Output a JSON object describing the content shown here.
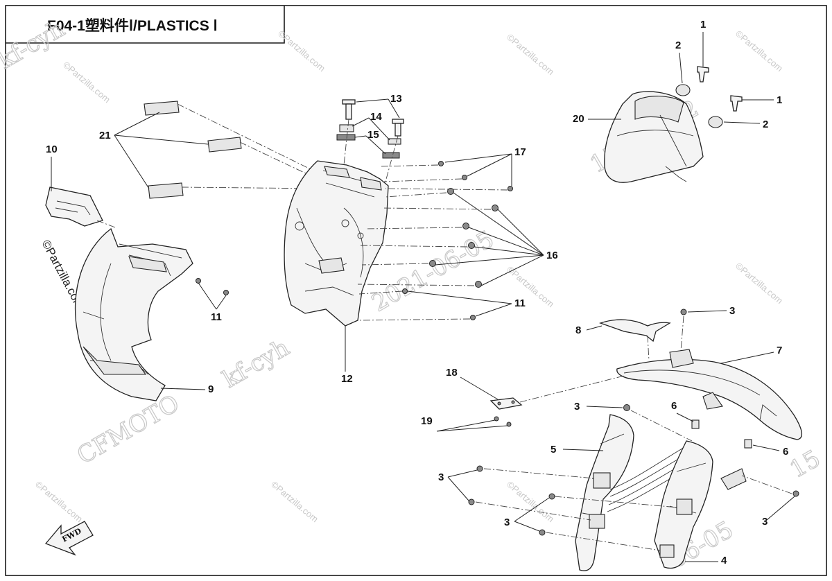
{
  "title": "F04-1塑料件Ⅰ/PLASTICS Ⅰ",
  "fwd_label": "FWD",
  "watermarks": {
    "brand": "CFMOTO",
    "order": "kf-cyh",
    "date": "2021-06-05",
    "date_partial": "06-05",
    "serial": "15052282",
    "serial_partial": "15",
    "site": "©Partzilla.com",
    "side": "©Partzilla.com"
  },
  "callouts": {
    "c1a": "1",
    "c1b": "1",
    "c2a": "2",
    "c2b": "2",
    "c3a": "3",
    "c3b": "3",
    "c3c": "3",
    "c3d": "3",
    "c3e": "3",
    "c4": "4",
    "c5": "5",
    "c6a": "6",
    "c6b": "6",
    "c7": "7",
    "c8": "8",
    "c9": "9",
    "c10": "10",
    "c11a": "11",
    "c11b": "11",
    "c12": "12",
    "c13": "13",
    "c14": "14",
    "c15": "15",
    "c16": "16",
    "c17": "17",
    "c18": "18",
    "c19": "19",
    "c20": "20",
    "c21": "21"
  },
  "colors": {
    "line": "#222222",
    "watermark": "#c8c8c8",
    "background": "#ffffff"
  }
}
